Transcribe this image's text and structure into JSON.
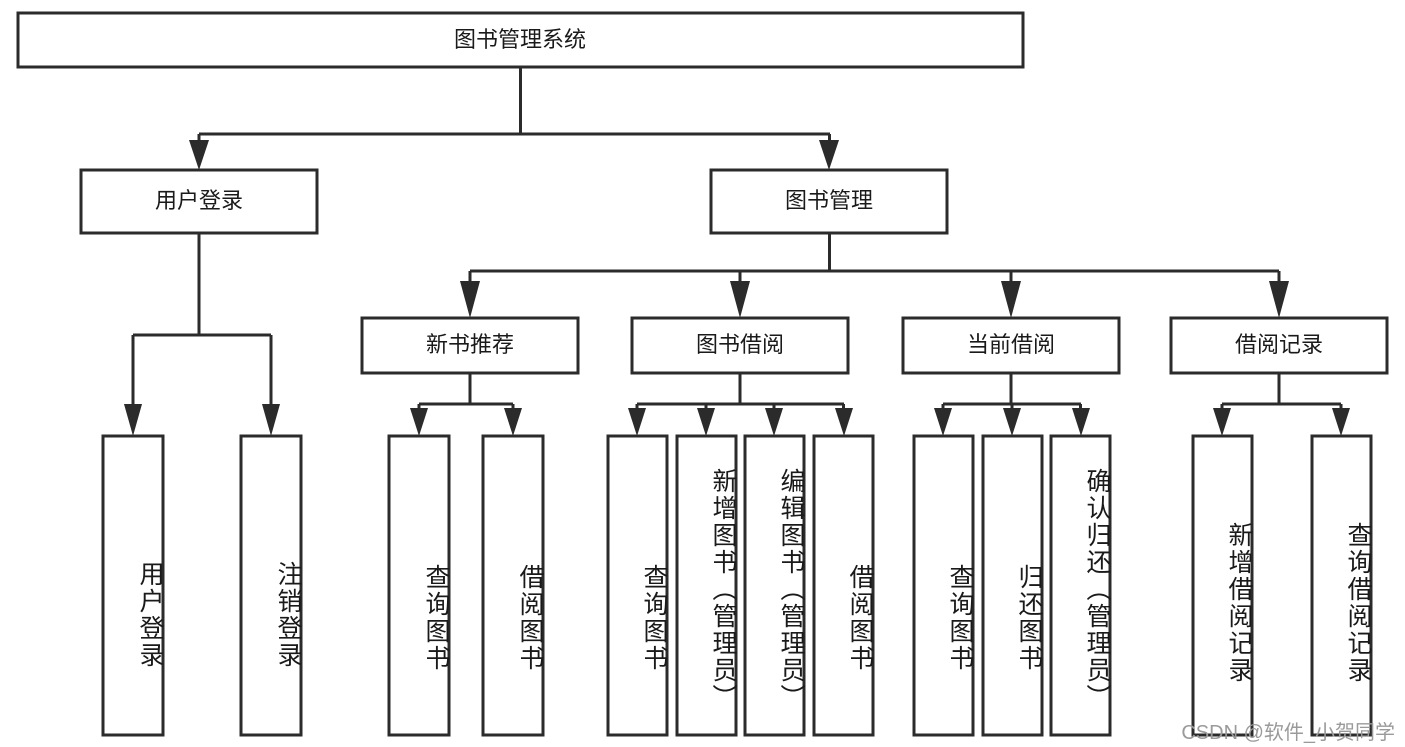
{
  "diagram": {
    "title": "图书管理系统",
    "type": "hierarchy-tree",
    "root": {
      "label": "图书管理系统"
    },
    "level2": [
      {
        "label": "用户登录"
      },
      {
        "label": "图书管理"
      }
    ],
    "level3": [
      {
        "label": "新书推荐"
      },
      {
        "label": "图书借阅"
      },
      {
        "label": "当前借阅"
      },
      {
        "label": "借阅记录"
      }
    ],
    "leaves": {
      "user_login": [
        {
          "label": "用户登录"
        },
        {
          "label": "注销登录"
        }
      ],
      "new_book_recommend": [
        {
          "label": "查询图书"
        },
        {
          "label": "借阅图书"
        }
      ],
      "book_borrow": [
        {
          "label": "查询图书"
        },
        {
          "label": "新增图书（管理员）"
        },
        {
          "label": "编辑图书（管理员）"
        },
        {
          "label": "借阅图书"
        }
      ],
      "current_borrow": [
        {
          "label": "查询图书"
        },
        {
          "label": "归还图书"
        },
        {
          "label": "确认归还（管理员）"
        }
      ],
      "borrow_record": [
        {
          "label": "新增借阅记录"
        },
        {
          "label": "查询借阅记录"
        }
      ]
    }
  },
  "watermark": {
    "text": "CSDN @软件_小贺同学"
  },
  "colors": {
    "stroke": "#2b2b2b",
    "fill": "#ffffff",
    "text": "#1a1a1a",
    "watermark": "#9a9a9a"
  }
}
